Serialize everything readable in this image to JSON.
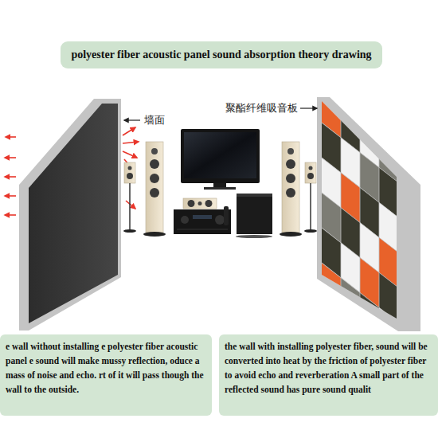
{
  "diagram": {
    "title": "polyester fiber acoustic panel sound absorption theory drawing",
    "nodes": [
      {
        "text": [
          "e wall without installing e polyester fiber acoustic panel e sound will make mussy reflection, oduce a mass of noise and echo. rt of it will pass though the wall to the outside."
        ]
      },
      {
        "text": [
          "the wall with installing polyester fiber, sound will be converted into heat by the friction of polyester fiber to avoid echo and reverberation A small part of the reflected sound has pure sound qualit"
        ]
      }
    ],
    "labels": [
      "墙面",
      "聚酯纤维吸音板"
    ]
  }
}
